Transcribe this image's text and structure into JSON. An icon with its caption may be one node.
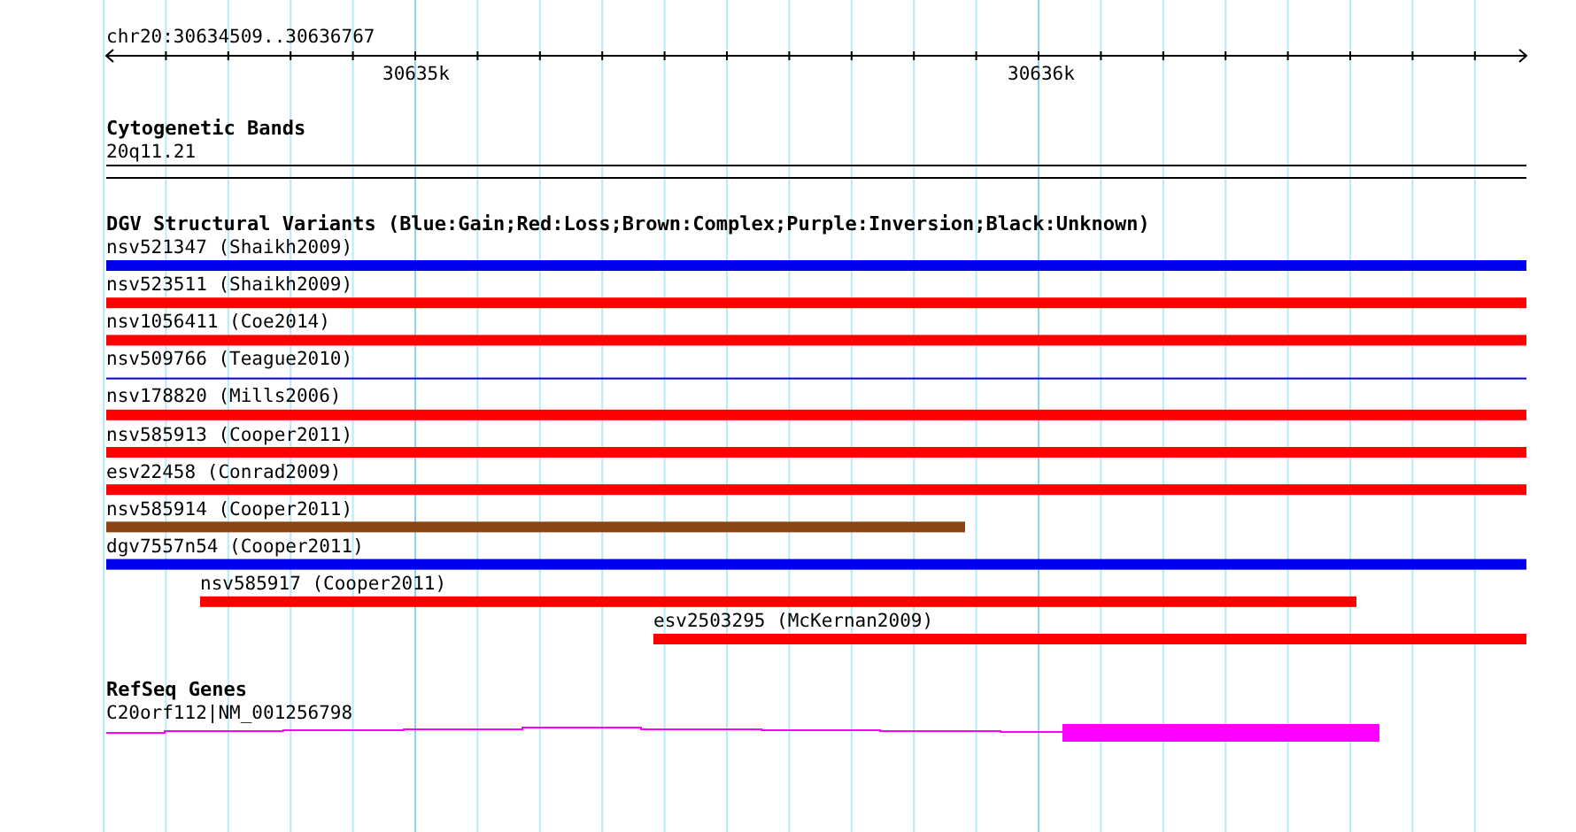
{
  "diagram": {
    "labels": [
      "chr20:30634509..30636767",
      "30635k",
      "30636k",
      "Cytogenetic Bands",
      "20q11.21",
      "DGV Structural Variants (Blue:Gain;Red:Loss;Brown:Complex;Purple:Inversion;Black:Unknown)",
      "nsv521347 (Shaikh2009)",
      "nsv523511 (Shaikh2009)",
      "nsv1056411 (Coe2014)",
      "nsv509766 (Teague2010)",
      "nsv178820 (Mills2006)",
      "nsv585913 (Cooper2011)",
      "esv22458 (Conrad2009)",
      "nsv585914 (Cooper2011)",
      "dgv7557n54 (Cooper2011)",
      "nsv585917 (Cooper2011)",
      "esv2503295 (McKernan2009)",
      "RefSeq Genes",
      "C20orf112|NM_001256798"
    ]
  }
}
